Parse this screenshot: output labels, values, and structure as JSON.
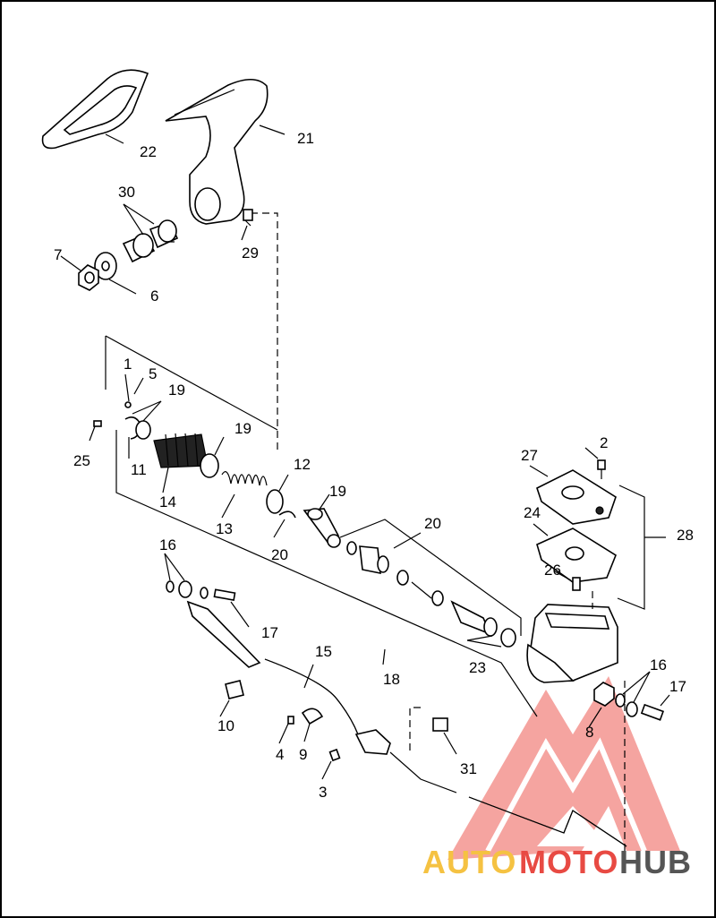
{
  "diagram": {
    "labels": [
      "1",
      "2",
      "3",
      "4",
      "5",
      "6",
      "7",
      "8",
      "9",
      "10",
      "11",
      "12",
      "13",
      "14",
      "15",
      "16",
      "16",
      "17",
      "17",
      "18",
      "19",
      "19",
      "19",
      "20",
      "20",
      "21",
      "22",
      "23",
      "24",
      "25",
      "26",
      "27",
      "28",
      "29",
      "30",
      "31"
    ]
  },
  "watermark": {
    "auto": "AUTO",
    "moto": "MOTO",
    "hub": "HUB",
    "colors": {
      "auto": "#f5c242",
      "moto": "#e84a43",
      "hub": "#555555"
    }
  }
}
